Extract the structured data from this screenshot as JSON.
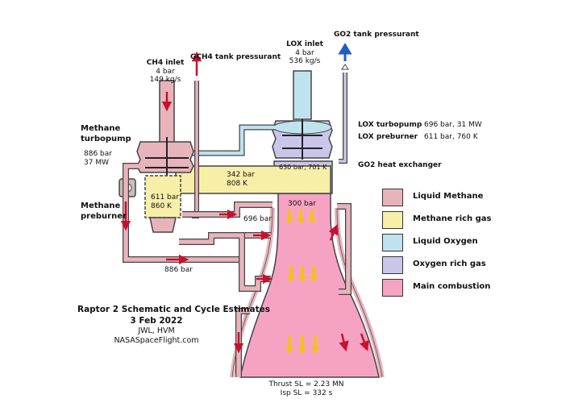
{
  "inlets": {
    "ch4": {
      "label": "CH4 inlet",
      "pressure": "4 bar",
      "flow": "149 kg/s"
    },
    "lox": {
      "label": "LOX inlet",
      "pressure": "4 bar",
      "flow": "536 kg/s"
    }
  },
  "pressurants": {
    "gch4": "GCH4 tank pressurant",
    "go2": "GO2 tank pressurant"
  },
  "methane_turbopump": {
    "label_line1": "Methane",
    "label_line2": "turbopump",
    "pressure": "886 bar",
    "power": "37 MW"
  },
  "methane_preburner": {
    "label_line1": "Methane",
    "label_line2": "preburner",
    "pressure": "611 bar",
    "temp": "860 K"
  },
  "lox_turbopump": {
    "label": "LOX turbopump",
    "value": "696 bar, 31 MW"
  },
  "lox_preburner": {
    "label": "LOX preburner",
    "value": "611 bar, 760 K"
  },
  "go2_heat_exchanger": "GO2 heat exchanger",
  "internal_values": {
    "manifold_pressure": "342 bar",
    "manifold_temp": "808 K",
    "ox_manifold": "630 bar, 701 K",
    "chamber_pressure": "300 bar",
    "line_696": "696 bar",
    "line_886": "886 bar"
  },
  "legend": [
    {
      "label": "Liquid Methane",
      "color": "#e8b4bc"
    },
    {
      "label": "Methane rich gas",
      "color": "#f7efa8"
    },
    {
      "label": "Liquid Oxygen",
      "color": "#bfe3ee"
    },
    {
      "label": "Oxygen rich gas",
      "color": "#c9c6ea"
    },
    {
      "label": "Main combustion",
      "color": "#f6a3c3"
    }
  ],
  "title": {
    "line1": "Raptor 2 Schematic and Cycle Estimates",
    "line2": "3 Feb 2022",
    "line3": "JWL, HVM",
    "line4": "NASASpaceFlight.com"
  },
  "thrust": {
    "line1": "Thrust SL = 2.23 MN",
    "line2": "Isp SL = 332 s"
  },
  "colors": {
    "methane": "#e8b4bc",
    "methane_rich": "#f7efa8",
    "lox": "#bfe3ee",
    "ox_rich": "#c9c6ea",
    "combustion": "#f6a3c3",
    "arrow_red": "#c8102e",
    "arrow_blue": "#1f5fbf",
    "arrow_yellow": "#f2c21a"
  }
}
